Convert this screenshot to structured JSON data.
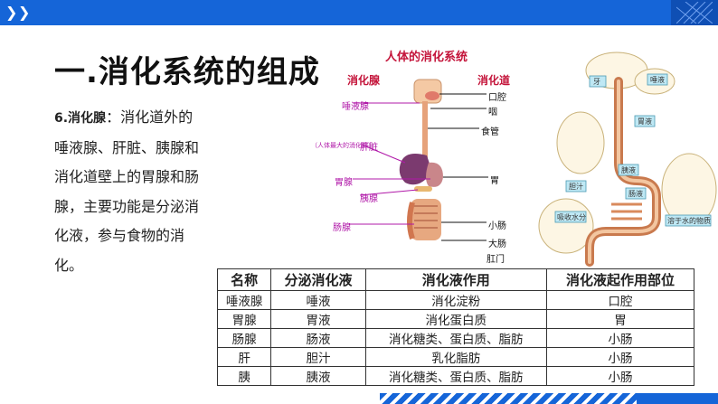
{
  "title": "一.消化系统的组成",
  "body": {
    "label": "6.消化腺",
    "text": "：消化道外的唾液腺、肝脏、胰腺和消化道壁上的胃腺和肠腺，主要功能是分泌消化液，参与食物的消化。"
  },
  "diagram": {
    "title": "人体的消化系统",
    "left_header": "消化腺",
    "right_header": "消化道",
    "left_labels": [
      "唾液腺",
      "（人体最大的消化腺）",
      "肝脏",
      "胃腺",
      "胰腺",
      "肠腺"
    ],
    "right_labels": [
      "口腔",
      "咽",
      "食管",
      "胃",
      "小肠",
      "大肠",
      "肛门"
    ]
  },
  "illustration": {
    "labels": [
      "牙",
      "唾液",
      "胃液",
      "胆汁",
      "胰液",
      "肠液",
      "吸收水分",
      "溶于水的物质"
    ]
  },
  "table": {
    "headers": [
      "名称",
      "分泌消化液",
      "消化液作用",
      "消化液起作用部位"
    ],
    "rows": [
      [
        "唾液腺",
        "唾液",
        "消化淀粉",
        "口腔"
      ],
      [
        "胃腺",
        "胃液",
        "消化蛋白质",
        "胃"
      ],
      [
        "肠腺",
        "肠液",
        "消化糖类、蛋白质、脂肪",
        "小肠"
      ],
      [
        "肝",
        "胆汁",
        "乳化脂肪",
        "小肠"
      ],
      [
        "胰",
        "胰液",
        "消化糖类、蛋白质、脂肪",
        "小肠"
      ]
    ]
  },
  "colors": {
    "accent": "#1565d8",
    "diagram_red": "#c4143a",
    "gland_purple": "#b018a8"
  }
}
